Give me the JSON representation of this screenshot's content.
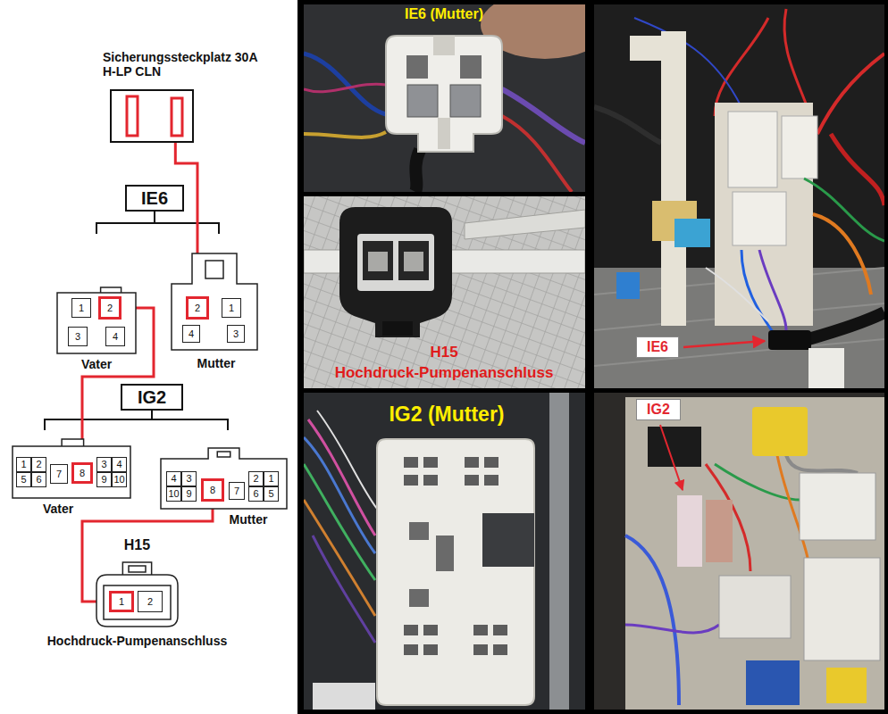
{
  "diagram": {
    "nodes": [
      {
        "text": [
          "Sicherungssteckplatz 30A H-LP CLN"
        ]
      },
      {
        "text": [
          "IE6"
        ]
      },
      {
        "text": [
          "Vater"
        ]
      },
      {
        "text": [
          "1"
        ],
        "in": 2
      },
      {
        "text": [
          "2"
        ],
        "in": 2
      },
      {
        "text": [
          "3"
        ],
        "in": 2
      },
      {
        "text": [
          "4"
        ],
        "in": 2
      },
      {
        "text": [
          "Mutter"
        ]
      },
      {
        "text": [
          "2"
        ],
        "in": 7
      },
      {
        "text": [
          "1"
        ],
        "in": 7
      },
      {
        "text": [
          "4"
        ],
        "in": 7
      },
      {
        "text": [
          "3"
        ],
        "in": 7
      },
      {
        "text": [
          "IG2"
        ]
      },
      {
        "text": [
          "Vater"
        ]
      },
      {
        "text": [
          "1"
        ],
        "in": 13
      },
      {
        "text": [
          "2"
        ],
        "in": 13
      },
      {
        "text": [
          "7"
        ],
        "in": 13
      },
      {
        "text": [
          "8"
        ],
        "in": 13
      },
      {
        "text": [
          "3"
        ],
        "in": 13
      },
      {
        "text": [
          "4"
        ],
        "in": 13
      },
      {
        "text": [
          "5"
        ],
        "in": 13
      },
      {
        "text": [
          "6"
        ],
        "in": 13
      },
      {
        "text": [
          "9"
        ],
        "in": 13
      },
      {
        "text": [
          "10"
        ],
        "in": 13
      },
      {
        "text": [
          "Mutter"
        ]
      },
      {
        "text": [
          "4"
        ],
        "in": 24
      },
      {
        "text": [
          "3"
        ],
        "in": 24
      },
      {
        "text": [
          "2"
        ],
        "in": 24
      },
      {
        "text": [
          "1"
        ],
        "in": 24
      },
      {
        "text": [
          "10"
        ],
        "in": 24
      },
      {
        "text": [
          "9"
        ],
        "in": 24
      },
      {
        "text": [
          "8"
        ],
        "in": 24
      },
      {
        "text": [
          "7"
        ],
        "in": 24
      },
      {
        "text": [
          "6"
        ],
        "in": 24
      },
      {
        "text": [
          "5"
        ],
        "in": 24
      },
      {
        "text": [
          "H15",
          "Hochdruck-Pumpenanschluss"
        ]
      },
      {
        "text": [
          "1"
        ],
        "in": 35
      },
      {
        "text": [
          "2"
        ],
        "in": 35
      },
      {
        "text": [
          "IE6"
        ]
      },
      {
        "text": [
          "IG2"
        ]
      }
    ],
    "edges": [
      {
        "from": 0,
        "to": 8,
        "arrow": "none"
      },
      {
        "from": 4,
        "to": 17,
        "arrow": "none"
      },
      {
        "from": 31,
        "to": 36,
        "arrow": "none"
      }
    ],
    "labels": [
      "IE6 (Mutter)",
      "H15",
      "Hochdruck-Pumpenanschluss",
      "IG2 (Mutter)"
    ]
  }
}
